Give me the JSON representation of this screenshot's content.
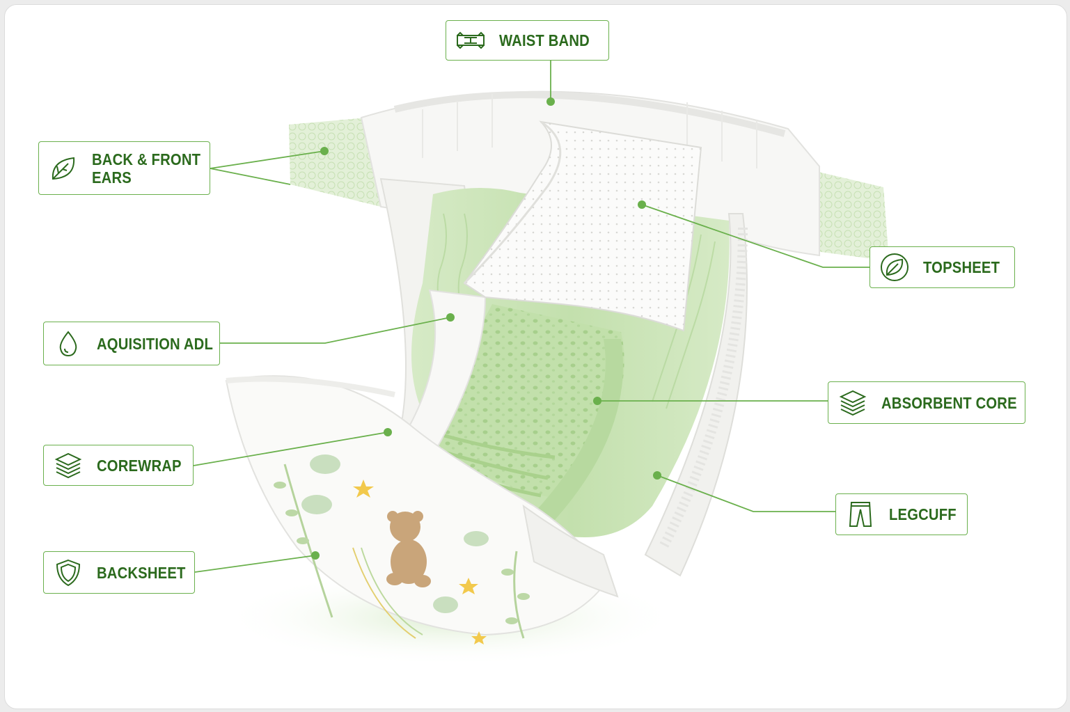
{
  "labels": {
    "waist_band": {
      "text": "WAIST BAND",
      "icon": "waistband-icon"
    },
    "ears": {
      "line1": "BACK & FRONT",
      "line2": "EARS",
      "icon": "leaf-icon"
    },
    "topsheet": {
      "text": "TOPSHEET",
      "icon": "leaf-icon"
    },
    "adl": {
      "text": "AQUISITION ADL",
      "icon": "drop-icon"
    },
    "core": {
      "text": "ABSORBENT CORE",
      "icon": "layers-icon"
    },
    "corewrap": {
      "text": "COREWRAP",
      "icon": "layers-icon"
    },
    "legcuff": {
      "text": "LEGCUFF",
      "icon": "pants-icon"
    },
    "backsheet": {
      "text": "BACKSHEET",
      "icon": "shield-icon"
    }
  },
  "colors": {
    "accent": "#6ab04c",
    "text": "#2b6a1d",
    "diaper_green": "#cfe6bd",
    "diaper_white": "#f7f7f5"
  }
}
